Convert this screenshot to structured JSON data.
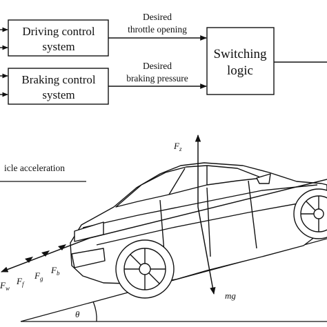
{
  "blocks": {
    "driving": {
      "line1": "Driving control",
      "line2": "system"
    },
    "braking": {
      "line1": "Braking control",
      "line2": "system"
    },
    "switching": {
      "line1": "Switching",
      "line2": "logic"
    }
  },
  "signals": {
    "throttle": {
      "line1": "Desired",
      "line2": "throttle opening"
    },
    "brake": {
      "line1": "Desired",
      "line2": "braking pressure"
    }
  },
  "caption": "icle acceleration",
  "forces": {
    "fw": "F",
    "fw_sub": "w",
    "ff": "F",
    "ff_sub": "f",
    "fg": "F",
    "fg_sub": "g",
    "fb": "F",
    "fb_sub": "b",
    "fz": "F",
    "fz_sub": "z",
    "mg": "mg",
    "theta": "θ"
  }
}
